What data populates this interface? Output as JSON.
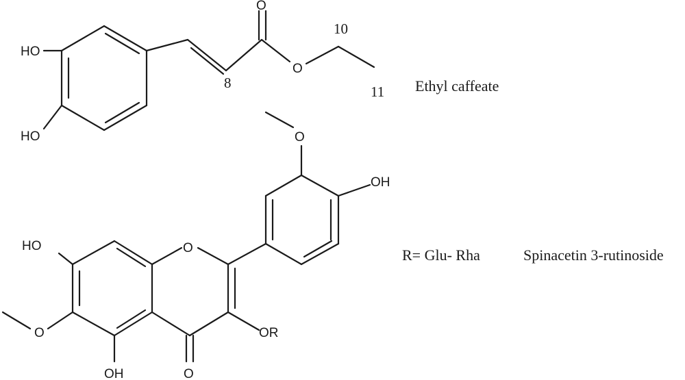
{
  "molecule_1": {
    "atoms": {
      "ho_top": "HO",
      "ho_bottom": "HO",
      "carbonyl_o": "O",
      "ester_o": "O"
    },
    "locants": {
      "c8": "8",
      "c10": "10",
      "c11": "11"
    },
    "name": "Ethyl caffeate"
  },
  "molecule_2": {
    "atoms": {
      "ring_o": "O",
      "ho_c7": "HO",
      "oh_c4p": "OH",
      "methoxy_o_c3p": "O",
      "methoxy_o_c6": "O",
      "oh_c5": "OH",
      "carbonyl_o": "O",
      "or_c3": "OR"
    },
    "substituent": "R= Glu- Rha",
    "name": "Spinacetin 3-rutinoside"
  }
}
